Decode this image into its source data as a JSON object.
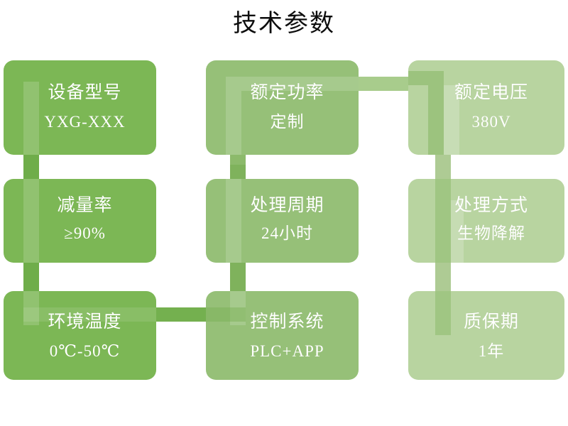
{
  "header": {
    "title": "技术参数"
  },
  "theme": {
    "background": "#ffffff",
    "title_color": "#0d0d0d",
    "column_colors": [
      "#7CB755",
      "#96C078",
      "#B8D4A0"
    ],
    "connector_colors": [
      "#6FAD4A",
      "#8CBA6B",
      "#AECB94"
    ],
    "text_color": "#ffffff"
  },
  "spec_grid": {
    "rows": 3,
    "columns": 3,
    "cards": [
      {
        "id": "model",
        "label": "设备型号",
        "value": "YXG-XXX",
        "row": 1,
        "col": 1
      },
      {
        "id": "rated-power",
        "label": "额定功率",
        "value": "定制",
        "row": 1,
        "col": 2
      },
      {
        "id": "rated-voltage",
        "label": "额定电压",
        "value": "380V",
        "row": 1,
        "col": 3
      },
      {
        "id": "reduction",
        "label": "减量率",
        "value": "≥90%",
        "row": 2,
        "col": 1
      },
      {
        "id": "cycle",
        "label": "处理周期",
        "value": "24小时",
        "row": 2,
        "col": 2
      },
      {
        "id": "method",
        "label": "处理方式",
        "value": "生物降解",
        "row": 2,
        "col": 3
      },
      {
        "id": "temperature",
        "label": "环境温度",
        "value": "0℃-50℃",
        "row": 3,
        "col": 1
      },
      {
        "id": "control",
        "label": "控制系统",
        "value": "PLC+APP",
        "row": 3,
        "col": 2
      },
      {
        "id": "warranty",
        "label": "质保期",
        "value": "1年",
        "row": 3,
        "col": 3
      }
    ]
  },
  "connectors": {
    "vertical": [
      {
        "id": "column-1-spine",
        "column": 1
      },
      {
        "id": "column-2-spine",
        "column": 2
      },
      {
        "id": "column-3-spine",
        "column": 3
      }
    ],
    "horizontal": [
      {
        "id": "row-1-link-power-to-voltage",
        "row": 1,
        "from": "rated-power",
        "to": "rated-voltage"
      },
      {
        "id": "row-3-link-temp-to-control",
        "row": 3,
        "from": "temperature",
        "to": "control"
      }
    ]
  }
}
